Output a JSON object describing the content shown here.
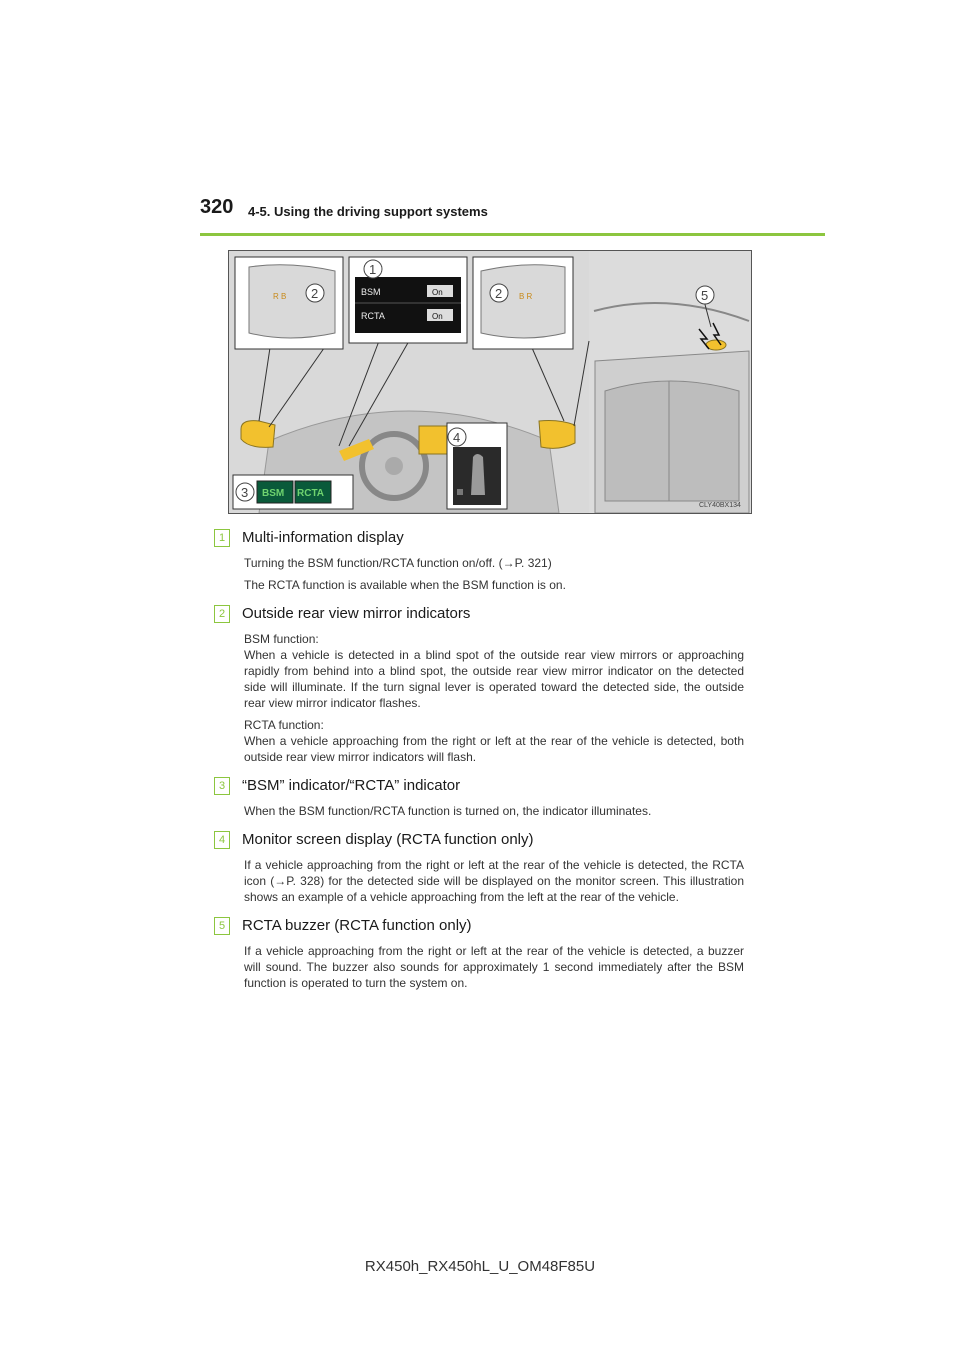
{
  "header": {
    "page_number": "320",
    "section_title": "4-5. Using the driving support systems"
  },
  "figure": {
    "callouts": [
      "1",
      "2",
      "2",
      "3",
      "4",
      "5"
    ],
    "display_rows": [
      {
        "label": "BSM",
        "value": "On"
      },
      {
        "label": "RCTA",
        "value": "On"
      }
    ],
    "indicators": [
      "BSM",
      "RCTA"
    ],
    "code": "CLY40BX134",
    "colors": {
      "highlight": "#f2c12e",
      "indicator_bg": "#0a5a3a",
      "indicator_text": "#6fd36f"
    }
  },
  "items": [
    {
      "num": "1",
      "title": "Multi-information display",
      "paragraphs": [
        "Turning the BSM function/RCTA function on/off. (→P. 321)",
        "The RCTA function is available when the BSM function is on."
      ]
    },
    {
      "num": "2",
      "title": "Outside rear view mirror indicators",
      "paragraphs": [
        "BSM function:",
        "When a vehicle is detected in a blind spot of the outside rear view mirrors or approaching rapidly from behind into a blind spot, the outside rear view mirror indicator on the detected side will illuminate. If the turn signal lever is operated toward the detected side, the outside rear view mirror indicator flashes.",
        "RCTA function:",
        "When a vehicle approaching from the right or left at the rear of the vehicle is detected, both outside rear view mirror indicators will flash."
      ]
    },
    {
      "num": "3",
      "title": "“BSM” indicator/“RCTA” indicator",
      "paragraphs": [
        "When the BSM function/RCTA function is turned on, the indicator illuminates."
      ]
    },
    {
      "num": "4",
      "title": "Monitor screen display (RCTA function only)",
      "paragraphs": [
        "If a vehicle approaching from the right or left at the rear of the vehicle is detected, the RCTA icon (→P. 328) for the detected side will be displayed on the monitor screen. This illustration shows an example of a vehicle approaching from the left at the rear of the vehicle."
      ]
    },
    {
      "num": "5",
      "title": "RCTA buzzer (RCTA function only)",
      "paragraphs": [
        "If a vehicle approaching from the right or left at the rear of the vehicle is detected, a buzzer will sound. The buzzer also sounds for approximately 1 second immediately after the BSM function is operated to turn the system on."
      ]
    }
  ],
  "footer": {
    "model_code": "RX450h_RX450hL_U_OM48F85U"
  }
}
